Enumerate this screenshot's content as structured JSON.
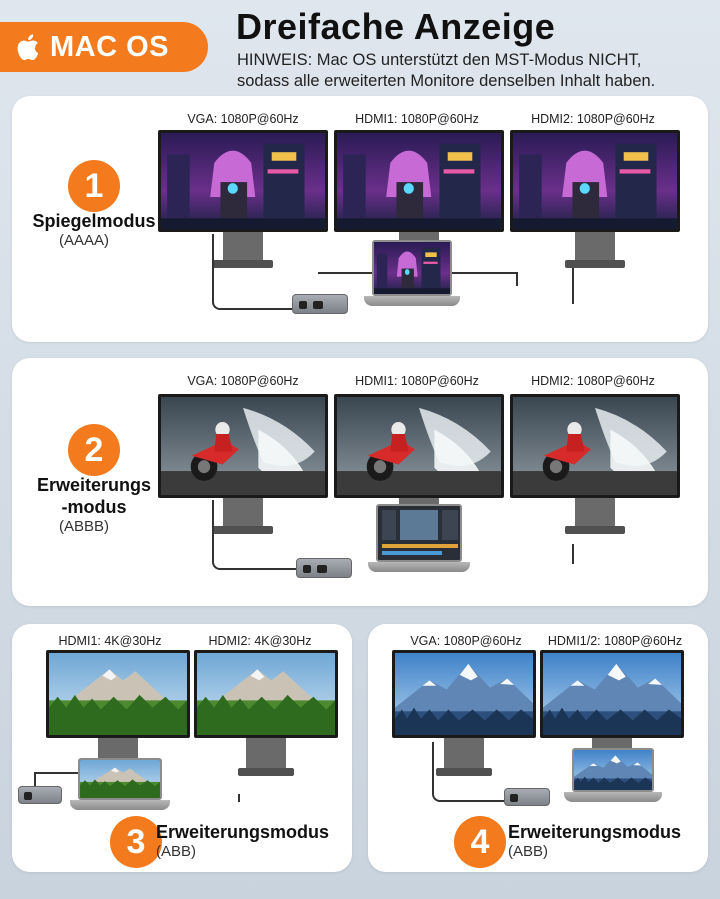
{
  "header": {
    "badge": "MAC OS",
    "title": "Dreifache Anzeige",
    "note_line1": "HINWEIS: Mac OS unterstützt den MST-Modus NICHT,",
    "note_line2": "sodass alle erweiterten Monitore denselben Inhalt haben."
  },
  "modes": [
    {
      "number": "1",
      "name": "Spiegelmodus",
      "code": "(AAAA)",
      "monitors": [
        "VGA: 1080P@60Hz",
        "HDMI1: 1080P@60Hz",
        "HDMI2: 1080P@60Hz"
      ],
      "scene": "anime-city"
    },
    {
      "number": "2",
      "name_line1": "Erweiterungs",
      "name_line2": "-modus",
      "code": "(ABBB)",
      "monitors": [
        "VGA: 1080P@60Hz",
        "HDMI1: 1080P@60Hz",
        "HDMI2: 1080P@60Hz"
      ],
      "scene": "motorcycle-splash"
    },
    {
      "number": "3",
      "name": "Erweiterungsmodus",
      "code": "(ABB)",
      "monitors": [
        "HDMI1: 4K@30Hz",
        "HDMI2: 4K@30Hz"
      ],
      "scene": "green-mountain"
    },
    {
      "number": "4",
      "name": "Erweiterungsmodus",
      "code": "(ABB)",
      "monitors": [
        "VGA: 1080P@60Hz",
        "HDMI1/2: 1080P@60Hz"
      ],
      "scene": "blue-mountain"
    }
  ],
  "colors": {
    "accent": "#f37b1d",
    "card": "#ffffff",
    "background": "#d4dce5"
  },
  "icons": [
    "apple-icon"
  ]
}
